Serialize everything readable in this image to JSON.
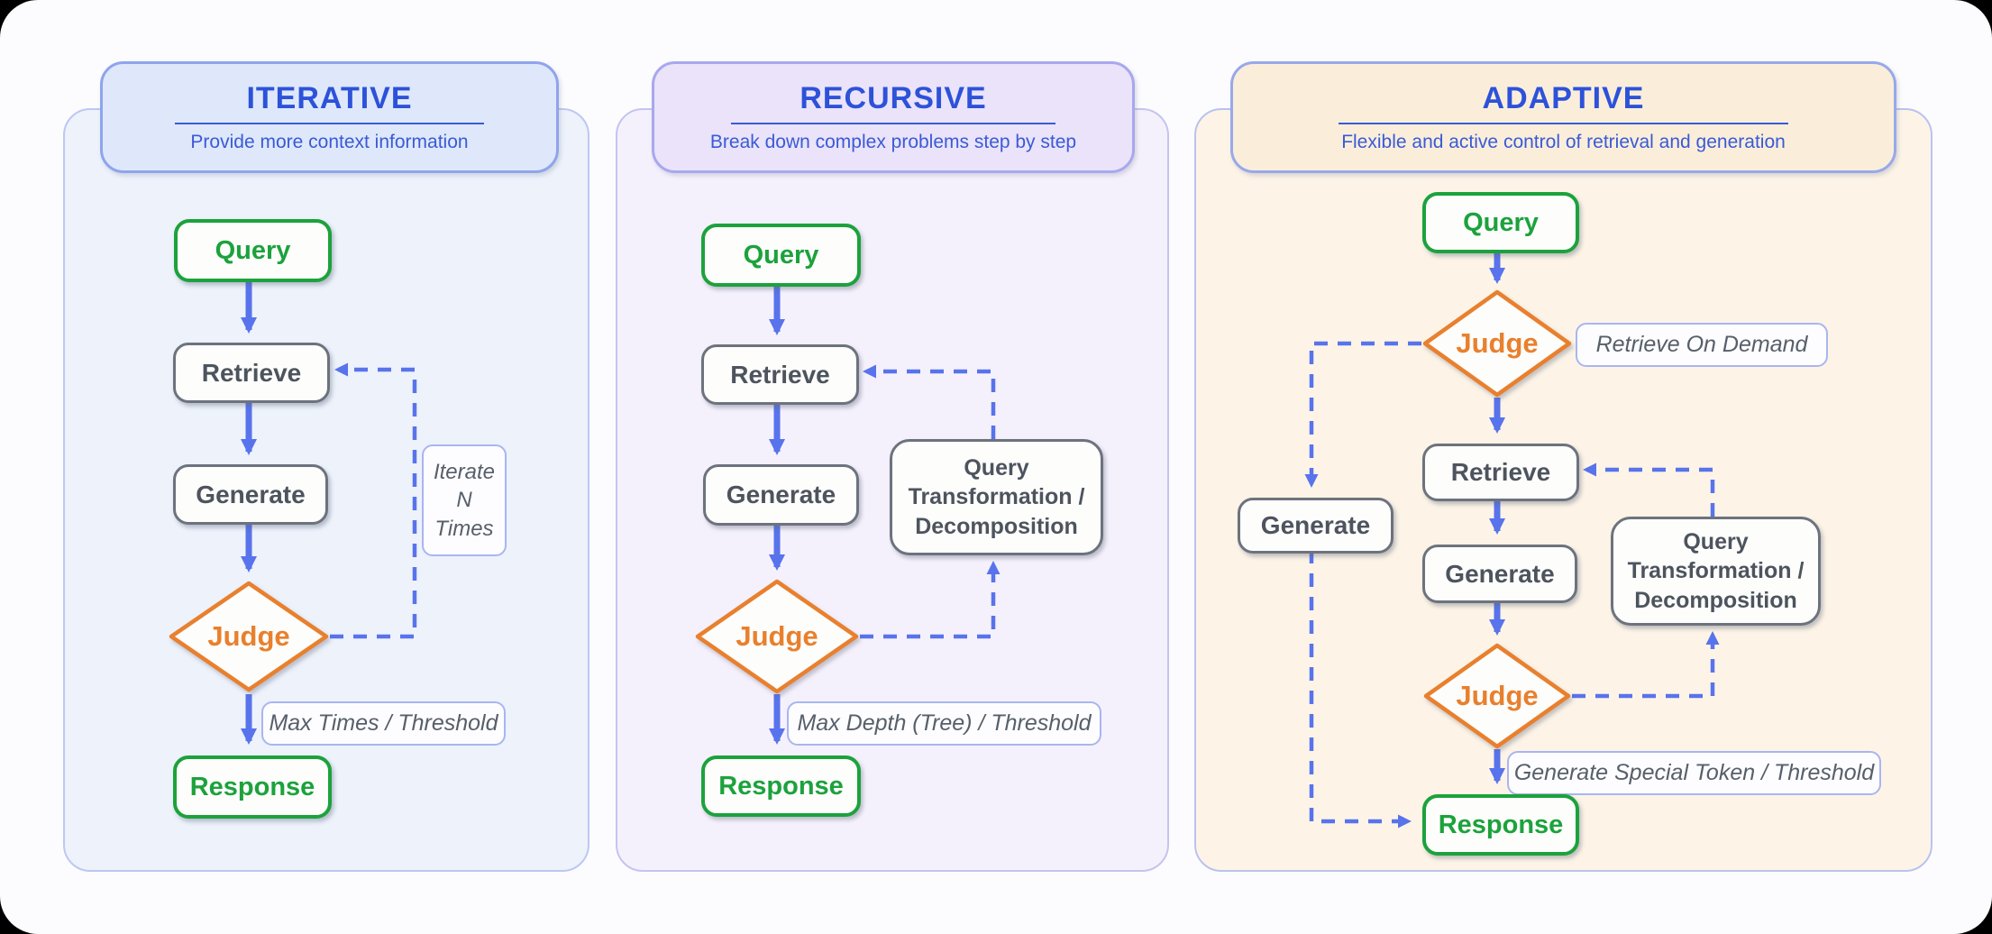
{
  "colors": {
    "canvas_bg": "#fcfcfe",
    "accent_blue": "#2d52d9",
    "subtitle_blue": "#3a5ad6",
    "arrow_blue": "#5873eb",
    "green": "#1ca23c",
    "orange": "#e8802e",
    "gray_border": "#6d737d",
    "gray_text": "#4d545e"
  },
  "labels": {
    "query": "Query",
    "retrieve": "Retrieve",
    "generate": "Generate",
    "judge": "Judge",
    "response": "Response",
    "qtd": "Query\nTransformation /\nDecomposition"
  },
  "panels": {
    "iterative": {
      "title": "ITERATIVE",
      "subtitle": "Provide more context information",
      "iterate_note": "Iterate\nN\nTimes",
      "exit_note": "Max Times / Threshold"
    },
    "recursive": {
      "title": "RECURSIVE",
      "subtitle": "Break down complex problems step by step",
      "exit_note": "Max Depth (Tree) / Threshold"
    },
    "adaptive": {
      "title": "ADAPTIVE",
      "subtitle": "Flexible and  active control of retrieval and generation",
      "judge_note": "Retrieve On  Demand",
      "exit_note": "Generate Special Token / Threshold"
    }
  }
}
